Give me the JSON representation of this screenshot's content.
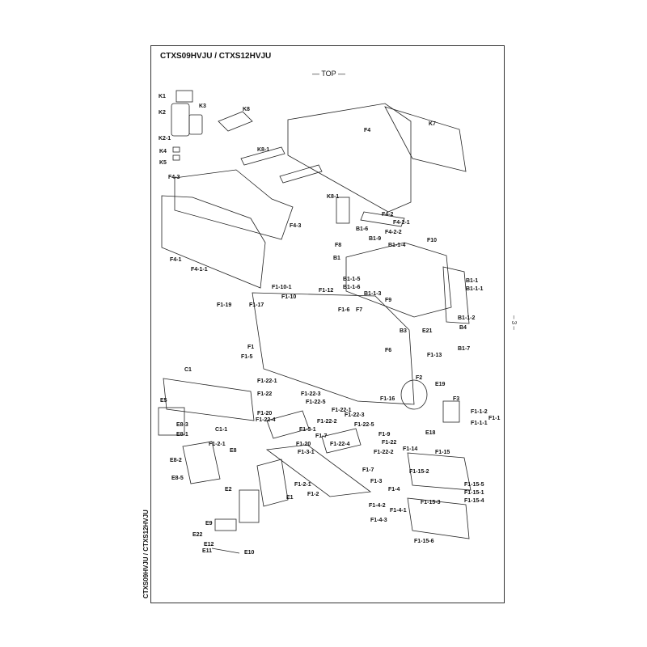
{
  "header": {
    "title": "CTXS09HVJU / CTXS12HVJU",
    "top_label": "— TOP —",
    "side_title": "CTXS09HVJU / CTXS12HVJU",
    "page_number": "– 3 –"
  },
  "callouts": [
    "K1",
    "K2",
    "K3",
    "K2-1",
    "K4",
    "K5",
    "K8",
    "K8-1",
    "K8-1",
    "F4",
    "K7",
    "F4-3",
    "F4-3",
    "F4-1",
    "F4-1-1",
    "F4-2",
    "F4-2-1",
    "F4-2-2",
    "F8",
    "F10",
    "B1-6",
    "B1-9",
    "B1-1-4",
    "B1",
    "B1-1-5",
    "B1-1-6",
    "B1-1-3",
    "B1-1",
    "B1-1-1",
    "F1-10-1",
    "F1-10",
    "F1-12",
    "F9",
    "F1-19",
    "F1-17",
    "F1-6",
    "F7",
    "B1-1-2",
    "B4",
    "B3",
    "E21",
    "F1",
    "F1-5",
    "F6",
    "F1-13",
    "B1-7",
    "C1",
    "F1-22-1",
    "F1-22",
    "F1-22-3",
    "F1-22-5",
    "F2",
    "E19",
    "F3",
    "F1-1-2",
    "F1-1-1",
    "F1-1",
    "F1-16",
    "E5",
    "F1-20",
    "F1-22-4",
    "F1-22-1",
    "F1-22-2",
    "F1-22-3",
    "F1-22-5",
    "E18",
    "C1-1",
    "E8-3",
    "E8-1",
    "F1-3-1",
    "F1-7",
    "F1-22-4",
    "F1-9",
    "F1-14",
    "F1-22",
    "F1-22-2",
    "F1-2-1",
    "F1-20",
    "F1-3-1",
    "F1-15",
    "E8",
    "E8-2",
    "F1-7",
    "F1-15-2",
    "F1-15-5",
    "F1-15-1",
    "F1-15-4",
    "F1-15-3",
    "E8-5",
    "F1-2-1",
    "F1-2",
    "F1-3",
    "F1-4",
    "E2",
    "E1",
    "F1-4-2",
    "F1-4-1",
    "F1-4-3",
    "E9",
    "F1-15-6",
    "E22",
    "E12",
    "E11",
    "E10"
  ]
}
